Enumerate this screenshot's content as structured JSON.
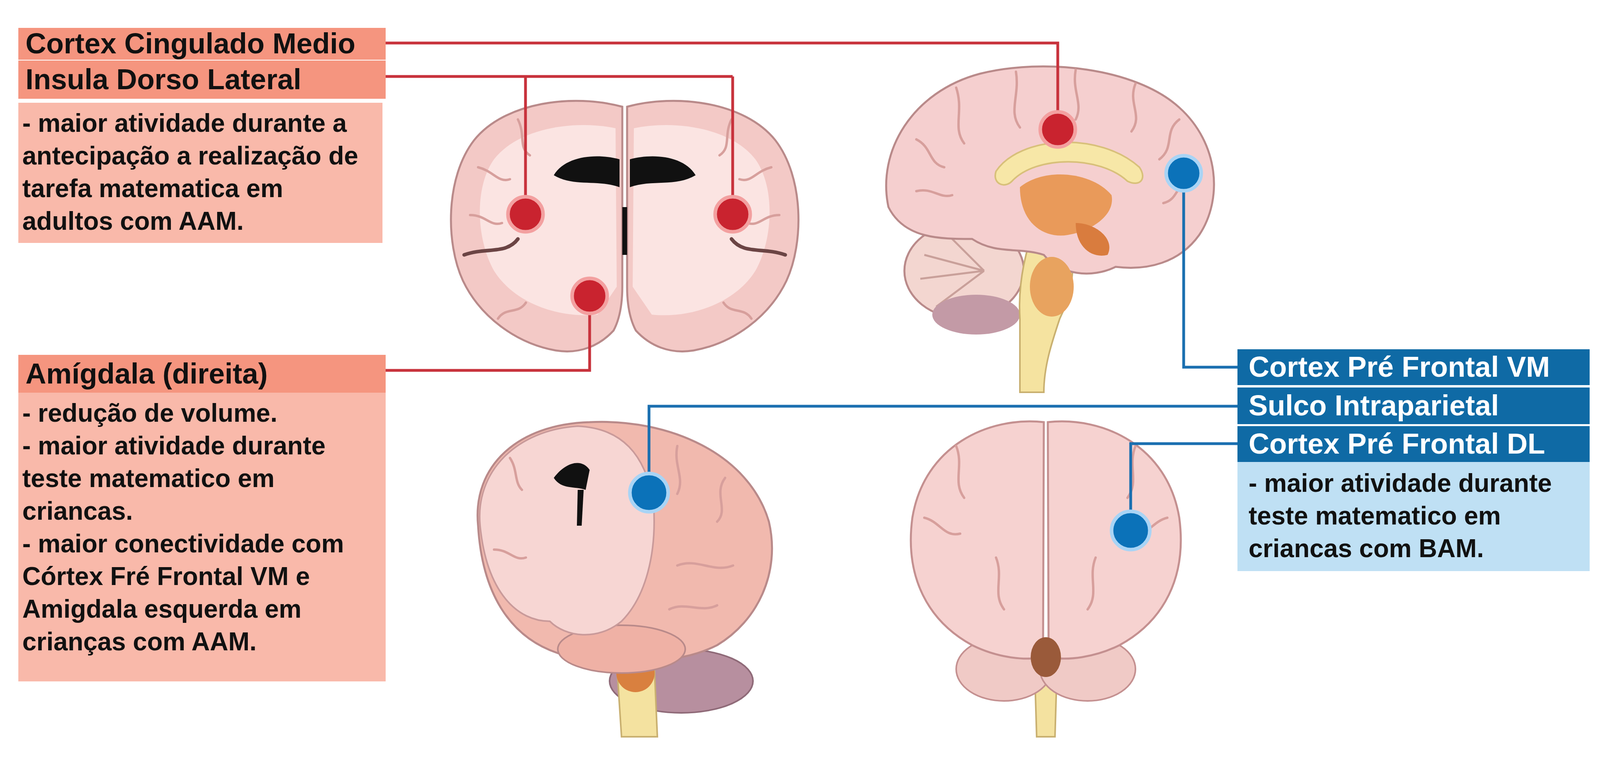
{
  "diagram": {
    "nodes": [
      {
        "text": [
          "Cortex Cingulado Medio"
        ]
      },
      {
        "text": [
          "Insula Dorso Lateral"
        ]
      },
      {
        "text": [
          "- maior atividade durante a antecipação a realização de tarefa matematica em adultos com AAM."
        ]
      },
      {
        "text": [
          "Amígdala (direita)"
        ]
      },
      {
        "text": [
          "- redução de volume.",
          "- maior atividade durante teste matematico em criancas.",
          "- maior conectividade com Córtex Fré Frontal VM e Amigdala esquerda em crianças com AAM."
        ]
      },
      {
        "text": [
          "Cortex Pré Frontal VM"
        ]
      },
      {
        "text": [
          "Sulco Intraparietal"
        ]
      },
      {
        "text": [
          "Cortex Pré Frontal DL"
        ]
      },
      {
        "text": [
          "- maior atividade durante teste matematico em criancas com BAM."
        ]
      }
    ]
  }
}
